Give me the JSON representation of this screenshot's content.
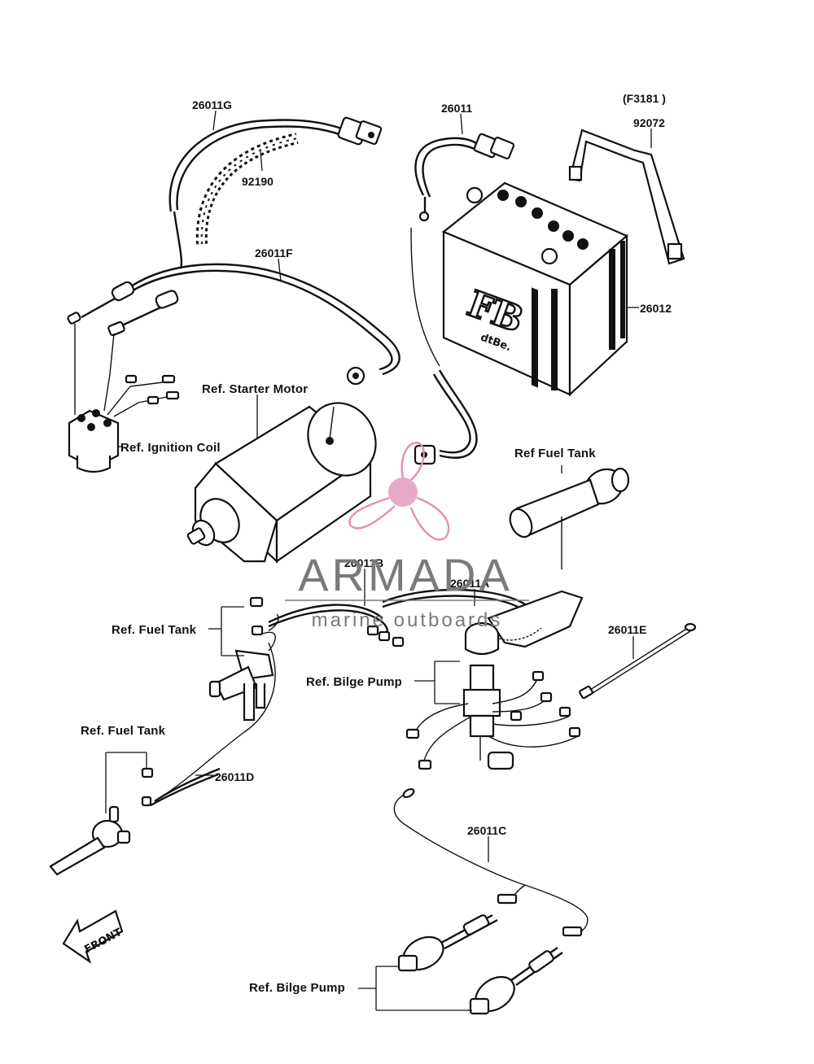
{
  "figure_code": "(F3181 )",
  "parts": {
    "p26011G": "26011G",
    "p92190": "92190",
    "p26011": "26011",
    "p92072": "92072",
    "p26011F": "26011F",
    "p26012": "26012",
    "p26011B": "26011B",
    "p26011A": "26011A",
    "p26011E": "26011E",
    "p26011D": "26011D",
    "p26011C": "26011C"
  },
  "refs": {
    "starter_motor": "Ref. Starter Motor",
    "ignition_coil": "Ref. Ignition Coil",
    "fuel_tank_right": "Ref  Fuel Tank",
    "fuel_tank_mid": "Ref. Fuel Tank",
    "bilge_pump_mid": "Ref. Bilge Pump",
    "fuel_tank_left": "Ref. Fuel Tank",
    "bilge_pump_bottom": "Ref. Bilge Pump"
  },
  "battery_logo": "FB",
  "battery_brand": "dtBe.",
  "front_arrow_label": "FRONT",
  "watermark": {
    "title": "ARMADA",
    "subtitle": "marine outboards",
    "title_color": "#7a7a7a",
    "accent_color": "#e38fb6"
  }
}
